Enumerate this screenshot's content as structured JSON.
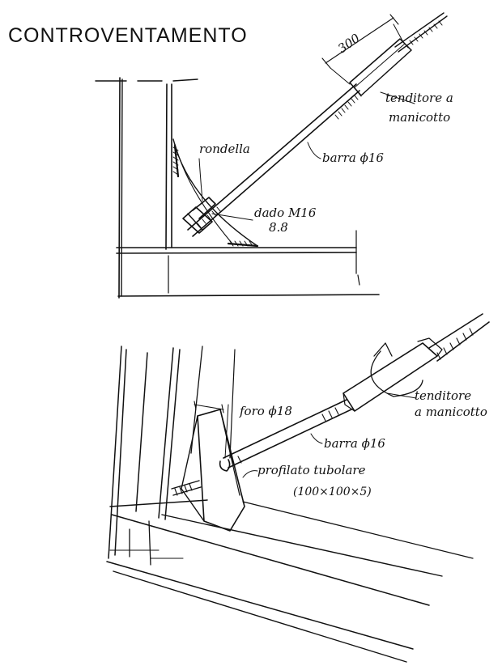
{
  "title": "CONTROVENTAMENTO",
  "top_detail": {
    "dimension": "300",
    "labels": {
      "tenditore_line1": "tenditore a",
      "tenditore_line2": "manicotto",
      "rondella": "rondella",
      "barra": "barra ϕ16",
      "dado_line1": "dado M16",
      "dado_line2": "8.8"
    }
  },
  "bottom_detail": {
    "labels": {
      "foro": "foro ϕ18",
      "tenditore_line1": "tenditore",
      "tenditore_line2": "a manicotto",
      "barra": "barra ϕ16",
      "profilato_line1": "profilato tubolare",
      "profilato_line2": "(100×100×5)"
    }
  },
  "colors": {
    "ink": "#111111",
    "paper": "#ffffff"
  }
}
